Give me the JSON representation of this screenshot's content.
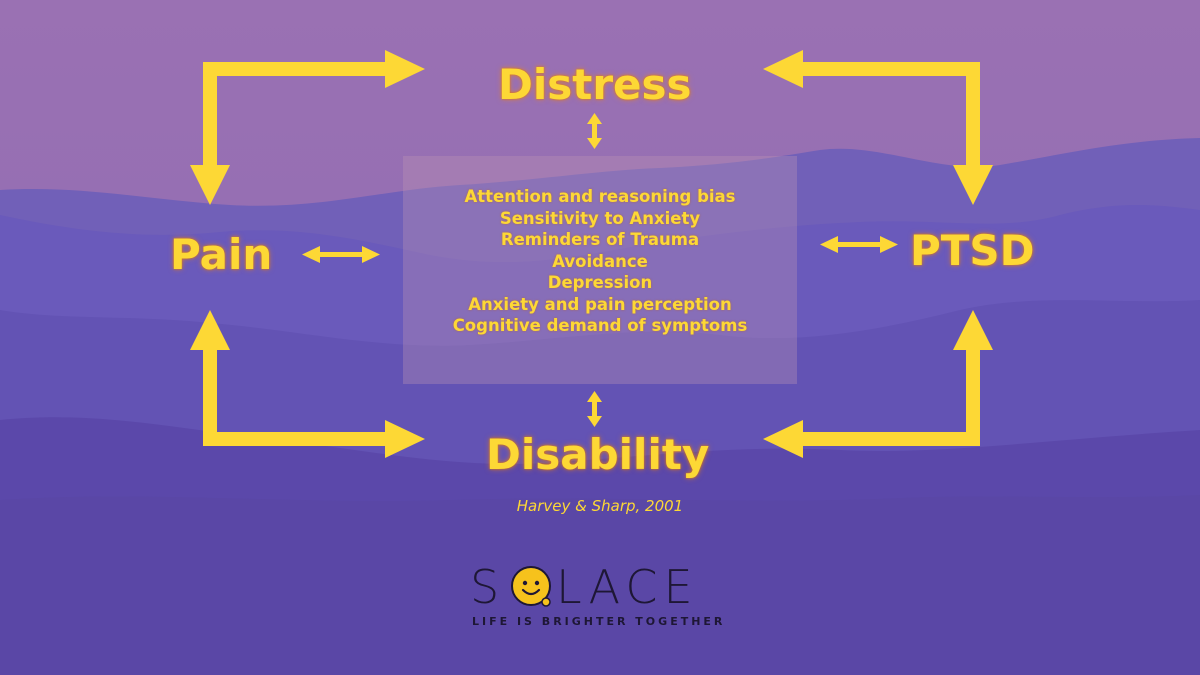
{
  "colors": {
    "accent": "#fdd835",
    "sky_top": "#9b72b4",
    "mountain_dark": "#5b45a8",
    "logo_text": "#1e1735"
  },
  "nodes": {
    "distress": "Distress",
    "pain": "Pain",
    "ptsd": "PTSD",
    "disability": "Disability"
  },
  "factors": [
    "Attention and reasoning bias",
    "Sensitivity to Anxiety",
    "Reminders of Trauma",
    "Avoidance",
    "Depression",
    "Anxiety and pain perception",
    "Cognitive demand of symptoms"
  ],
  "citation": "Harvey & Sharp, 2001",
  "logo": {
    "text_first": "S",
    "text_rest": "LACE",
    "tagline": "LIFE IS BRIGHTER TOGETHER",
    "face_icon": "smiley-bubble-icon"
  }
}
